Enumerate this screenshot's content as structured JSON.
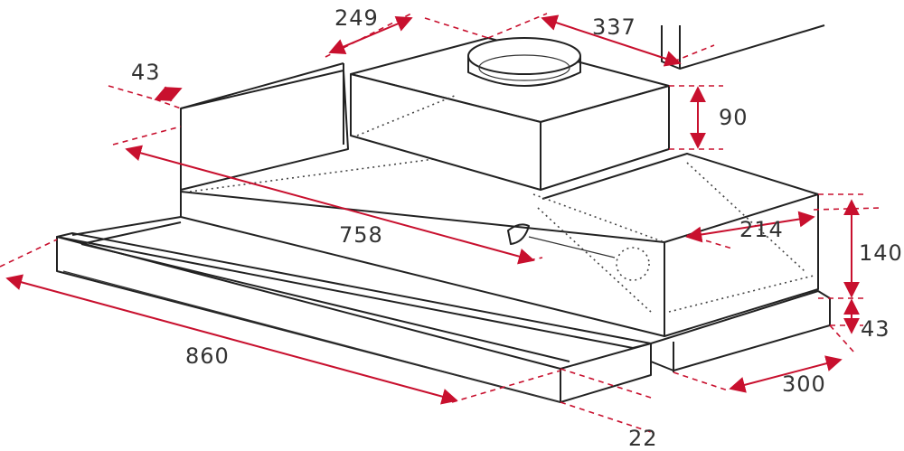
{
  "diagram": {
    "dimensions": {
      "depth_top_module": "249",
      "width_top_module": "337",
      "side_offset": "43",
      "top_module_height": "90",
      "body_width": "758",
      "side_depth": "214",
      "body_height": "140",
      "drawer_height": "43",
      "total_width": "860",
      "body_depth": "300",
      "front_thickness": "22"
    },
    "colors": {
      "dimension": "#c8102e",
      "outline": "#222222"
    }
  }
}
